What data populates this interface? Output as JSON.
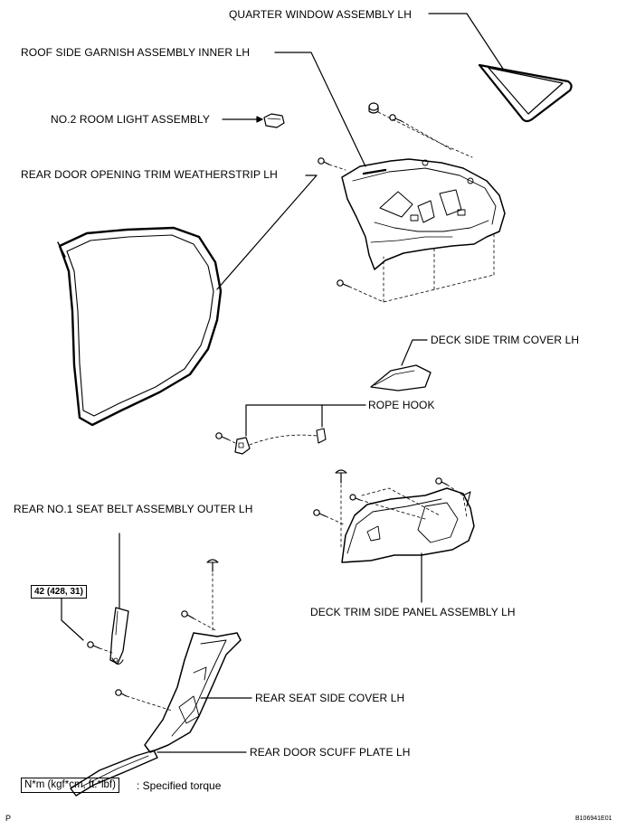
{
  "labels": {
    "quarter_window": "QUARTER WINDOW ASSEMBLY LH",
    "roof_side_garnish": "ROOF SIDE GARNISH ASSEMBLY INNER LH",
    "room_light": "NO.2 ROOM LIGHT ASSEMBLY",
    "weatherstrip": "REAR DOOR OPENING TRIM WEATHERSTRIP LH",
    "deck_side_cover": "DECK SIDE TRIM COVER LH",
    "rope_hook": "ROPE HOOK",
    "seat_belt": "REAR NO.1 SEAT BELT ASSEMBLY OUTER LH",
    "deck_trim_panel": "DECK TRIM SIDE PANEL ASSEMBLY LH",
    "rear_seat_cover": "REAR SEAT SIDE COVER LH",
    "scuff_plate": "REAR DOOR SCUFF PLATE LH"
  },
  "torque": "42 (428, 31)",
  "legend": {
    "unit": "N*m (kgf*cm, ft.*lbf)",
    "text": ": Specified torque"
  },
  "corner_left": "P",
  "figure_id": "B106941E01"
}
